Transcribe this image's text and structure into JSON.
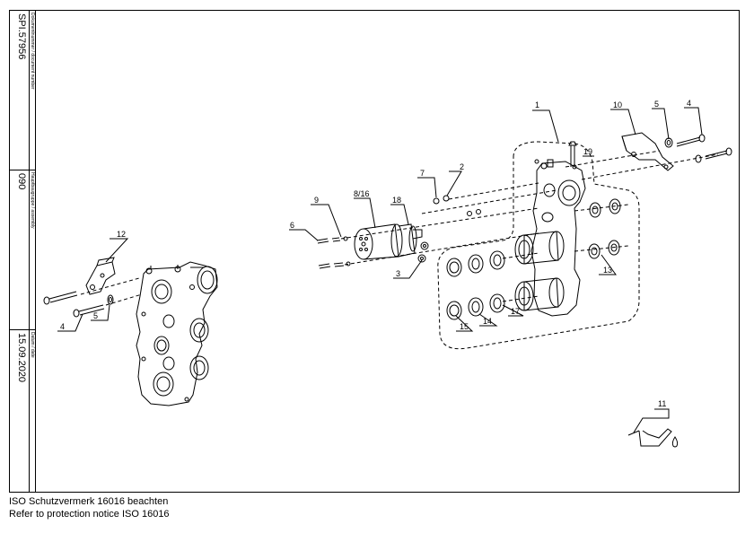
{
  "title_block": {
    "document_label": "Dokumentnummer / document number",
    "document_value": "SPI.57956",
    "assembly_label": "Hauptbaugruppe / assembly",
    "assembly_value": "090",
    "date_label": "Datum / date",
    "date_value": "15.09.2020"
  },
  "footer": {
    "line1": "ISO Schutzvermerk 16016 beachten",
    "line2": "Refer to protection notice ISO 16016"
  },
  "callouts": {
    "c1": "1",
    "c2": "2",
    "c3": "3",
    "c4a": "4",
    "c4b": "4",
    "c5a": "5",
    "c5b": "5",
    "c6": "6",
    "c7": "7",
    "c816": "8/16",
    "c9": "9",
    "c10": "10",
    "c11": "11",
    "c12": "12",
    "c13": "13",
    "c14": "14",
    "c15": "15",
    "c17": "17",
    "c18": "18",
    "c19": "19"
  }
}
